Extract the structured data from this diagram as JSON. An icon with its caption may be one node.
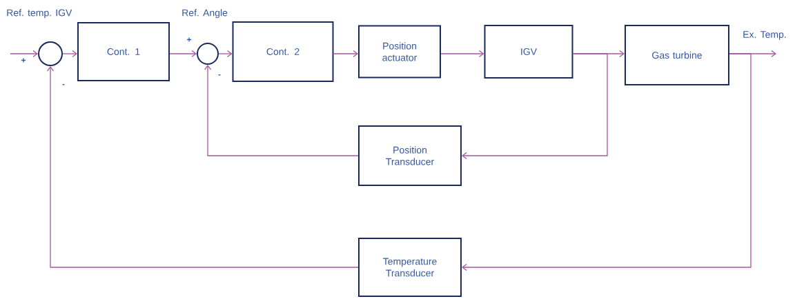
{
  "diagram": {
    "nodes": [
      {
        "text": [],
        "shape": "circle"
      },
      {
        "text": [
          "Cont. 1"
        ]
      },
      {
        "text": [],
        "shape": "circle"
      },
      {
        "text": [
          "Cont. 2"
        ]
      },
      {
        "text": [
          "Position actuator"
        ]
      },
      {
        "text": [
          "IGV"
        ]
      },
      {
        "text": [
          "Gas turbine"
        ]
      },
      {
        "text": [
          "Position Transducer"
        ]
      },
      {
        "text": [
          "Temperature Transducer"
        ]
      }
    ],
    "edges": [
      {
        "from": null,
        "to": 0,
        "arrow": "to",
        "label": "Ref. temp. IGV"
      },
      {
        "from": 0,
        "to": 1,
        "arrow": "to"
      },
      {
        "from": 1,
        "to": 2,
        "arrow": "to",
        "label": "Ref. Angle"
      },
      {
        "from": 2,
        "to": 3,
        "arrow": "to"
      },
      {
        "from": 3,
        "to": 4,
        "arrow": "to"
      },
      {
        "from": 4,
        "to": 5,
        "arrow": "to"
      },
      {
        "from": 5,
        "to": 6,
        "arrow": "to"
      },
      {
        "from": 6,
        "to": null,
        "arrow": "to",
        "label": "Ex. Temp."
      },
      {
        "from": 5,
        "to": 7,
        "arrow": "to"
      },
      {
        "from": 7,
        "to": 2,
        "arrow": "to"
      },
      {
        "from": 6,
        "to": 8,
        "arrow": "to"
      },
      {
        "from": 8,
        "to": 0,
        "arrow": "to"
      }
    ],
    "labels": [
      "+",
      "-",
      "+",
      "-"
    ]
  }
}
